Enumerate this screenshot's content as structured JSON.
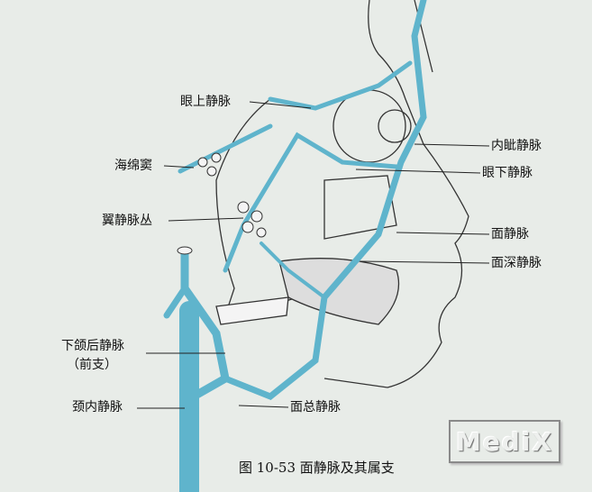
{
  "labels": {
    "superior_ophthalmic_vein": "眼上静脉",
    "cavernous_sinus": "海绵窦",
    "pterygoid_plexus": "翼静脉丛",
    "retromandibular_vein": "下颌后静脉",
    "retromandibular_anterior_branch": "（前支）",
    "internal_jugular_vein": "颈内静脉",
    "angular_vein": "内眦静脉",
    "inferior_ophthalmic_vein": "眼下静脉",
    "facial_vein": "面静脉",
    "deep_facial_vein": "面深静脉",
    "common_facial_vein": "面总静脉"
  },
  "caption": "图 10-53 面静脉及其属支",
  "watermark": "MediX",
  "colors": {
    "vein": "#5fb4cc",
    "background": "#e8ece8",
    "outline": "#333333"
  }
}
